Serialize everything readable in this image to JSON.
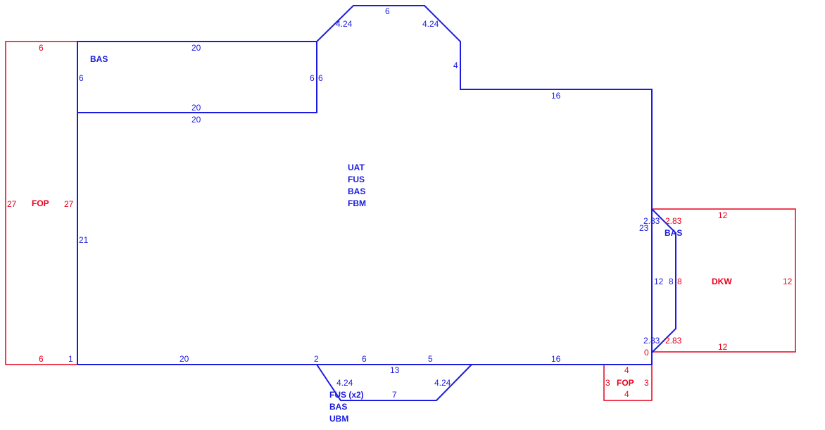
{
  "colors": {
    "building": "#1c1ce0",
    "addition": "#e8001c"
  },
  "areas": {
    "bas_top": "BAS",
    "main": [
      "UAT",
      "FUS",
      "BAS",
      "FBM"
    ],
    "fop_left": "FOP",
    "bay": "BAS",
    "dkw": "DKW",
    "fop_small": "FOP",
    "bump": [
      "FUS (x2)",
      "BAS",
      "UBM"
    ]
  },
  "dims": {
    "top_angle_l": "4.24",
    "top_flat": "6",
    "top_angle_r": "4.24",
    "top_drop": "4",
    "top_run": "16",
    "bas_top": "20",
    "bas_left": "6",
    "bas_right_a": "6",
    "bas_right_b": "6",
    "bas_bottom": "20",
    "main_top": "20",
    "fop_top": "6",
    "fop_left": "27",
    "fop_right": "27",
    "fop_bottom": "6",
    "main_left": "21",
    "main_right": "23",
    "corner": "1",
    "bot_20": "20",
    "bot_2": "2",
    "bot_6": "6",
    "bot_5": "5",
    "bot_16": "16",
    "bump_13": "13",
    "bump_l": "4.24",
    "bump_bottom": "7",
    "bump_r": "4.24",
    "bay_top_b": "2.83",
    "bay_top_r": "2.83",
    "bay_12": "12",
    "bay_8b": "8",
    "bay_8r": "8",
    "bay_bot_b": "2.83",
    "bay_bot_r": "2.83",
    "zero": "0",
    "dkw_top": "12",
    "dkw_right": "12",
    "dkw_bottom": "12",
    "fop_s_top": "4",
    "fop_s_left": "3",
    "fop_s_right": "3",
    "fop_s_bottom": "4"
  }
}
